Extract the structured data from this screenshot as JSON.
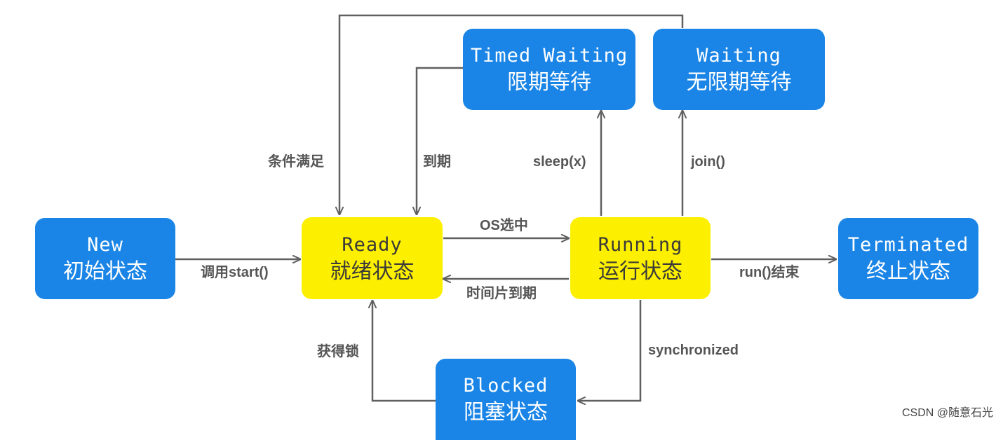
{
  "states": {
    "new": {
      "en": "New",
      "zh": "初始状态"
    },
    "ready": {
      "en": "Ready",
      "zh": "就绪状态"
    },
    "running": {
      "en": "Running",
      "zh": "运行状态"
    },
    "terminated": {
      "en": "Terminated",
      "zh": "终止状态"
    },
    "timed_waiting": {
      "en": "Timed Waiting",
      "zh": "限期等待"
    },
    "waiting": {
      "en": "Waiting",
      "zh": "无限期等待"
    },
    "blocked": {
      "en": "Blocked",
      "zh": "阻塞状态"
    }
  },
  "transitions": {
    "condition_met": "条件满足",
    "expired": "到期",
    "sleep": "sleep(x)",
    "join": "join()",
    "start": "调用start()",
    "os_selected": "OS选中",
    "time_slice_expired": "时间片到期",
    "run_end": "run()结束",
    "lock_acquired": "获得锁",
    "synchronized": "synchronized"
  },
  "watermark": "CSDN @随意石光",
  "colors": {
    "blue_node": "#1a85e6",
    "yellow_node": "#fcef00",
    "arrow": "#606060"
  }
}
